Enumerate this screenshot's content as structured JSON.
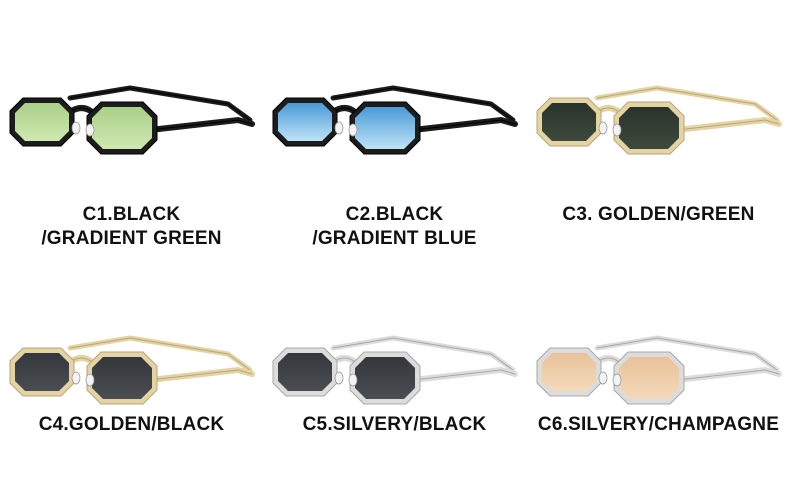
{
  "variants": [
    {
      "line1": "C1.BLACK",
      "line2": "/GRADIENT GREEN",
      "frame": "#1c1c1c",
      "frame_edge": "#000000",
      "lens": "#cfe8b0",
      "lens_dark": "#a9d089",
      "frame_name": "black-frame"
    },
    {
      "line1": "C2.BLACK",
      "line2": "/GRADIENT BLUE",
      "frame": "#1c1c1c",
      "frame_edge": "#000000",
      "lens": "#bfe3f7",
      "lens_dark": "#4a9ad6",
      "frame_name": "black-frame"
    },
    {
      "line1": "C3. GOLDEN/GREEN",
      "line2": "",
      "frame": "#e4d3a4",
      "frame_edge": "#b9a676",
      "lens": "#3e4a3d",
      "lens_dark": "#2a332a",
      "frame_name": "golden-frame"
    },
    {
      "line1": "C4.GOLDEN/BLACK",
      "line2": "",
      "frame": "#e4d3a4",
      "frame_edge": "#b9a676",
      "lens": "#4a4d52",
      "lens_dark": "#34373b",
      "frame_name": "golden-frame"
    },
    {
      "line1": "C5.SILVERY/BLACK",
      "line2": "",
      "frame": "#dcdcdc",
      "frame_edge": "#a8a8a8",
      "lens": "#4a4d52",
      "lens_dark": "#34373b",
      "frame_name": "silvery-frame"
    },
    {
      "line1": "C6.SILVERY/CHAMPAGNE",
      "line2": "",
      "frame": "#dcdcdc",
      "frame_edge": "#a8a8a8",
      "lens": "#f4d9bb",
      "lens_dark": "#e8c299",
      "frame_name": "silvery-frame"
    }
  ]
}
